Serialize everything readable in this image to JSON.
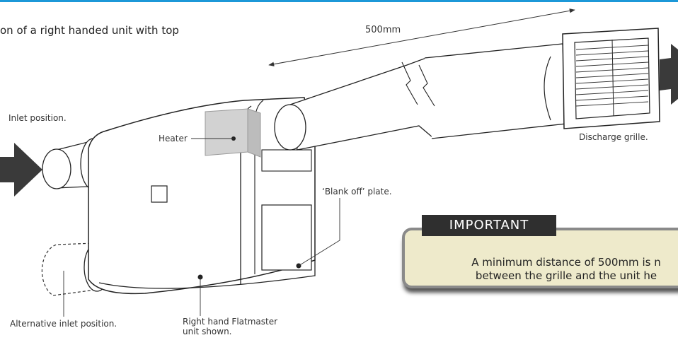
{
  "caption": "on of a right handed unit with top",
  "labels": {
    "distance": "500mm",
    "inlet": "Inlet position.",
    "heater": "Heater",
    "discharge": "Discharge grille.",
    "blank_off": "‘Blank off’ plate.",
    "alt_inlet": "Alternative inlet position.",
    "unit_line1": "Right hand Flatmaster",
    "unit_line2": "unit shown."
  },
  "important": {
    "title": "IMPORTANT",
    "line1": "A minimum distance of 500mm is n",
    "line2": "between the grille and the unit he"
  }
}
